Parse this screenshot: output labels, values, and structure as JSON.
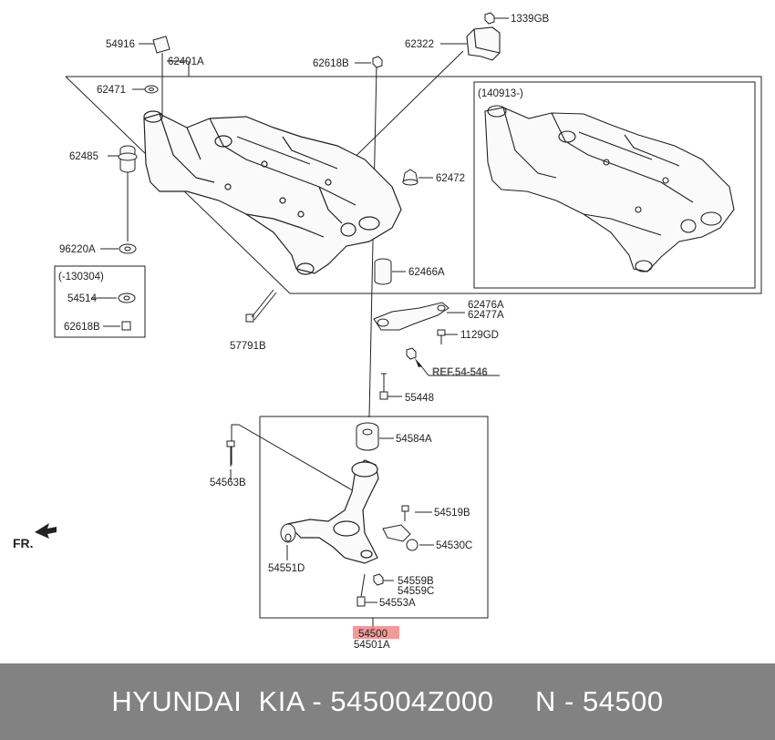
{
  "labels": {
    "p1339GB": "1339GB",
    "p54916": "54916",
    "p62401A": "62401A",
    "p62322": "62322",
    "p62618B_top": "62618B",
    "p62471": "62471",
    "p62485": "62485",
    "p62472": "62472",
    "p96220A": "96220A",
    "p62466A": "62466A",
    "p54514": "54514",
    "p62618B_inset": "62618B",
    "p57791B": "57791B",
    "p62476A": "62476A",
    "p62477A": "62477A",
    "p1129GD": "1129GD",
    "ref": "REF.54-546",
    "p55448": "55448",
    "p54584A": "54584A",
    "p54563B": "54563B",
    "p54519B": "54519B",
    "p54530C": "54530C",
    "p54551D": "54551D",
    "p54559B": "54559B",
    "p54559C": "54559C",
    "p54553A": "54553A",
    "p54500": "54500",
    "p54501A": "54501A",
    "inset_date": "(140913-)",
    "inset_old": "(-130304)",
    "fr": "FR."
  },
  "highlight_color": "#f08080",
  "footer": {
    "text": "HYUNDAI  KIA - 545004Z000     N - 54500"
  }
}
